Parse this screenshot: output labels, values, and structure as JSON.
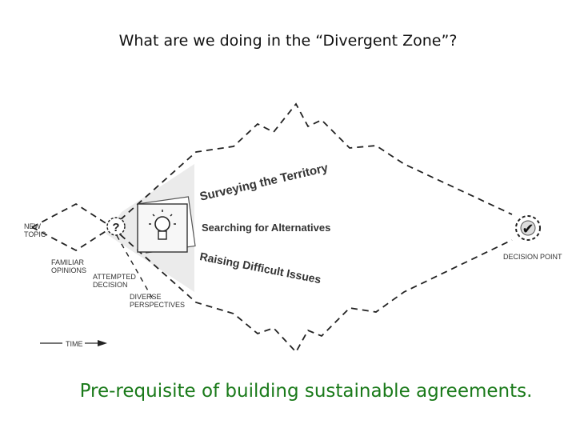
{
  "title": "What are we doing in the “Divergent Zone”?",
  "caption": "Pre-requisite of building sustainable agreements.",
  "diagram": {
    "labels": {
      "new_topic": "NEW TOPIC",
      "familiar_opinions": "FAMILIAR OPINIONS",
      "attempted_decision": "ATTEMPTED DECISION",
      "diverse_perspectives": "DIVERSE PERSPECTIVES",
      "decision_point": "DECISION POINT",
      "time": "TIME"
    },
    "activities": {
      "surveying": "Surveying the Territory",
      "searching": "Searching for Alternatives",
      "raising": "Raising Difficult Issues"
    },
    "symbols": {
      "question": "?",
      "check": "✔"
    },
    "colors": {
      "caption": "#1a7a1a",
      "shade": "#ebebeb",
      "line": "#222222"
    }
  }
}
